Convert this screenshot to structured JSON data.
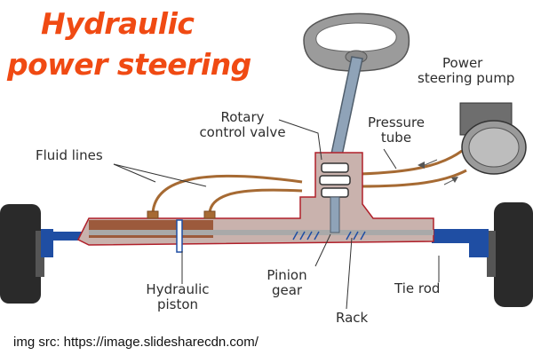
{
  "title": {
    "line1": "Hydraulic",
    "line2": "power steering"
  },
  "labels": {
    "pump": [
      "Power",
      "steering pump"
    ],
    "rotary_valve": [
      "Rotary",
      "control valve"
    ],
    "pressure_tube": [
      "Pressure",
      "tube"
    ],
    "fluid_lines": "Fluid lines",
    "hydraulic_piston": [
      "Hydraulic",
      "piston"
    ],
    "pinion_gear": [
      "Pinion",
      "gear"
    ],
    "tie_rod": "Tie rod",
    "rack": "Rack"
  },
  "source": "img src: https://image.slidesharecdn.com/",
  "colors": {
    "title": "#f04a13",
    "tie_rod": "#1f4ea3",
    "housing": "#c9b2ad",
    "housing_stroke": "#b0202a",
    "fluid_line": "#a66a33",
    "fluid_chamber": "#9c5a3c",
    "tire": "#2a2a2a",
    "pump": "#6e6e6e"
  }
}
